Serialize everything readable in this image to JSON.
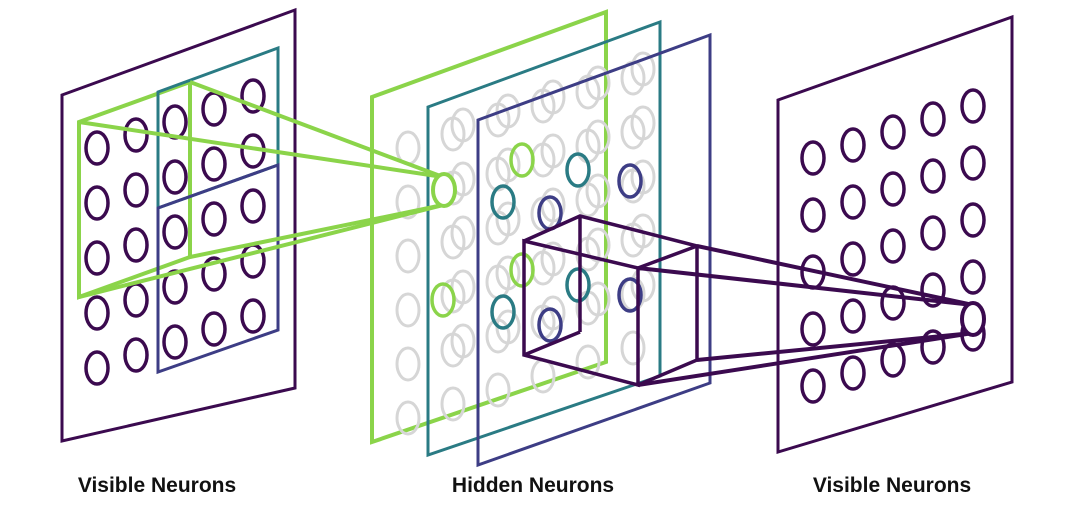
{
  "labels": {
    "left": "Visible Neurons",
    "middle": "Hidden Neurons",
    "right": "Visible Neurons"
  },
  "colors": {
    "visible": "#3b0a4f",
    "green": "#8bd44a",
    "teal": "#2a7b84",
    "indigo": "#3d3d85",
    "hidden_gray": "#d6d6d6"
  },
  "structure": {
    "layers": [
      "visible-input",
      "hidden-feature-maps",
      "visible-output"
    ],
    "visible_grid": "5x5",
    "hidden_feature_maps": 3,
    "filter_size": "3x3"
  }
}
